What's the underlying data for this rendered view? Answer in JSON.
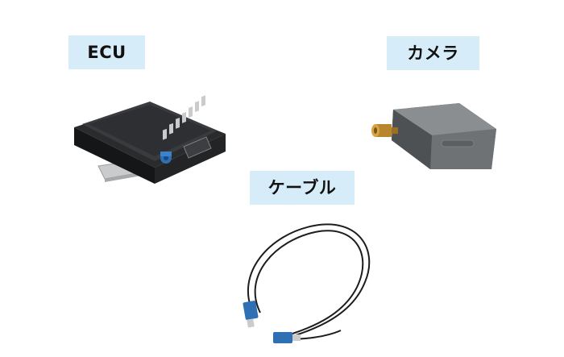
{
  "labels": {
    "ecu": "ECU",
    "camera": "カメラ",
    "cable": "ケーブル"
  },
  "colors": {
    "label_background": "#d6ecf8",
    "connector_blue": "#2f6fb3",
    "camera_gray": "#6e7275",
    "ecu_black": "#1c1d1f",
    "gold_lens": "#b8862f"
  },
  "images": {
    "ecu": "ecu-device",
    "camera": "camera-device",
    "cable": "coaxial-cable-with-connectors"
  }
}
